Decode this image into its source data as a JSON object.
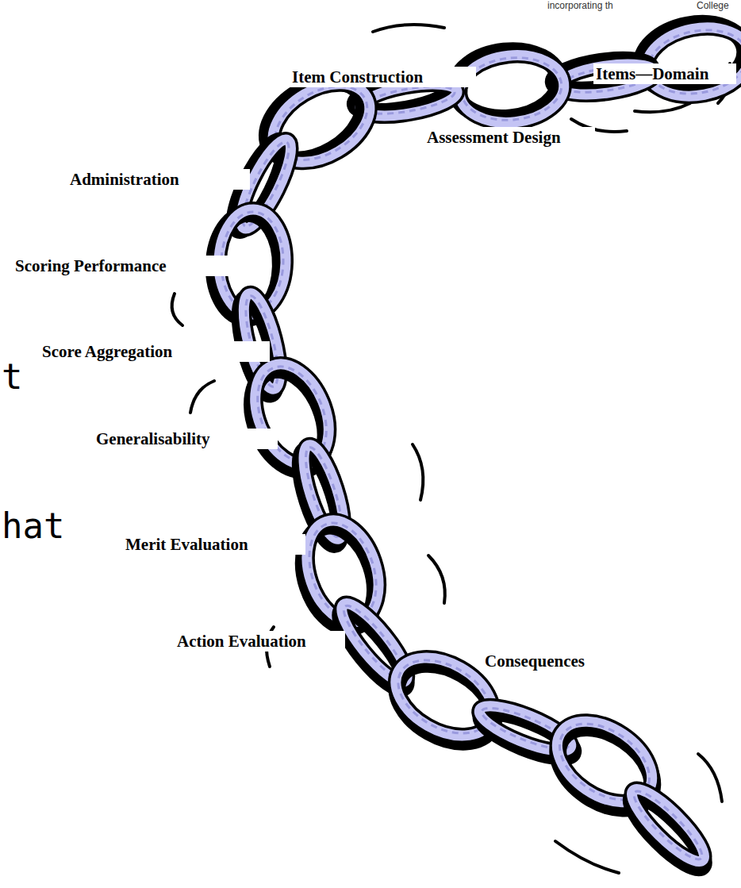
{
  "diagram": {
    "nodes": [
      {
        "text": [
          "Item Construction"
        ]
      },
      {
        "text": [
          "Items—Domain"
        ]
      },
      {
        "text": [
          "Assessment Design"
        ]
      },
      {
        "text": [
          "Administration"
        ]
      },
      {
        "text": [
          "Scoring Performance"
        ]
      },
      {
        "text": [
          "Score Aggregation"
        ]
      },
      {
        "text": [
          "Generalisability"
        ]
      },
      {
        "text": [
          "Merit Evaluation"
        ]
      },
      {
        "text": [
          "Action Evaluation"
        ]
      },
      {
        "text": [
          "Consequences"
        ]
      }
    ],
    "labels": [
      "incorporating th",
      "College",
      "t",
      "hat"
    ]
  }
}
